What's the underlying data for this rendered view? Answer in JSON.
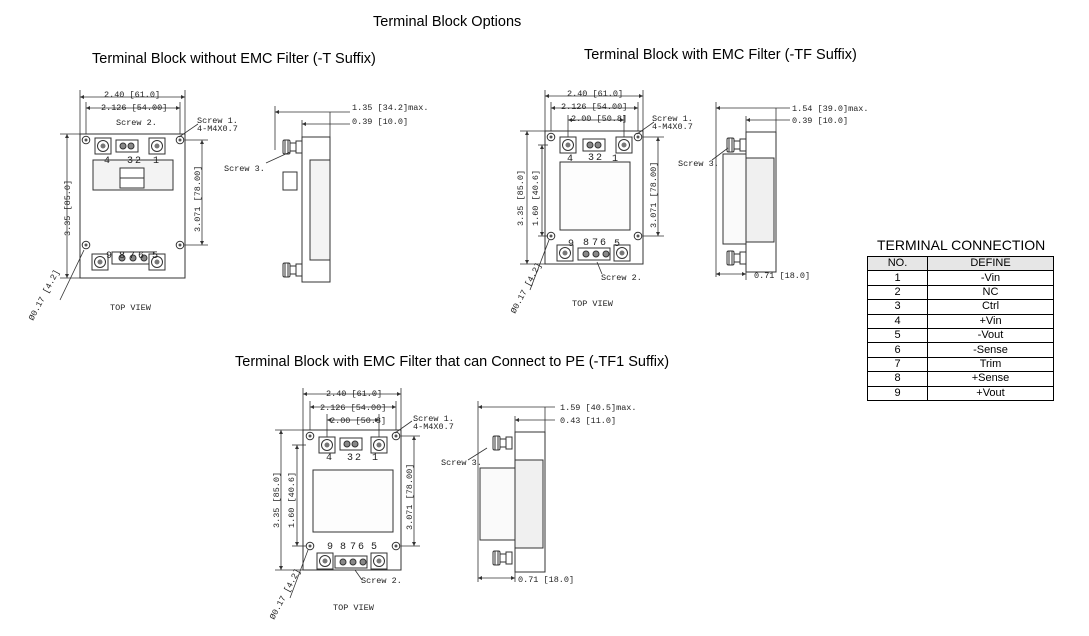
{
  "page_title": "Terminal Block Options",
  "views": [
    {
      "title": "Terminal Block without EMC Filter (-T Suffix)",
      "dim_width_total": "2.40 [61.0]",
      "dim_width_inner": "2.126 [54.00]",
      "dim_height_total": "3.35 [85.0]",
      "dim_height_inner": "3.071 [78.00]",
      "dim_side_max": "1.35 [34.2]max.",
      "dim_side_flange": "0.39 [10.0]",
      "screw1": "Screw 1.",
      "screw_thread": "4-M4X0.7",
      "screw2": "Screw 2.",
      "screw3": "Screw 3.",
      "hole": "Ø0.17 [4.2]",
      "top_view": "TOP VIEW",
      "pins_top": [
        "4",
        "3",
        "2",
        "1"
      ],
      "pins_bottom": [
        "9",
        "8",
        "7",
        "6",
        "5"
      ]
    },
    {
      "title": "Terminal Block with EMC Filter (-TF Suffix)",
      "dim_width_total": "2.40 [61.0]",
      "dim_width_inner": "2.126 [54.00]",
      "dim_pitch": "2.00 [50.8]",
      "dim_height_total": "3.35 [85.0]",
      "dim_height_mid": "1.60 [40.6]",
      "dim_height_inner": "3.071 [78.00]",
      "dim_side_max": "1.54 [39.0]max.",
      "dim_side_flange": "0.39 [10.0]",
      "dim_side_bottom": "0.71 [18.0]",
      "screw1": "Screw 1.",
      "screw_thread": "4-M4X0.7",
      "screw2": "Screw 2.",
      "screw3": "Screw 3.",
      "hole": "Ø0.17 [4.2]",
      "top_view": "TOP VIEW",
      "pins_top": [
        "4",
        "3",
        "2",
        "1"
      ],
      "pins_bottom": [
        "9",
        "8",
        "7",
        "6",
        "5"
      ]
    },
    {
      "title": "Terminal Block with EMC Filter that can Connect to PE (-TF1 Suffix)",
      "dim_width_total": "2.40 [61.0]",
      "dim_width_inner": "2.126 [54.00]",
      "dim_pitch": "2.00 [50.8]",
      "dim_height_total": "3.35 [85.0]",
      "dim_height_mid": "1.60 [40.6]",
      "dim_height_inner": "3.071 [78.00]",
      "dim_side_max": "1.59 [40.5]max.",
      "dim_side_flange": "0.43 [11.0]",
      "dim_side_bottom": "0.71 [18.0]",
      "screw1": "Screw 1.",
      "screw_thread": "4-M4X0.7",
      "screw2": "Screw 2.",
      "screw3": "Screw 3.",
      "hole": "Ø0.17 [4.2]",
      "top_view": "TOP VIEW",
      "pins_top": [
        "4",
        "3",
        "2",
        "1"
      ],
      "pins_bottom": [
        "9",
        "8",
        "7",
        "6",
        "5"
      ]
    }
  ],
  "terminal_table": {
    "title": "TERMINAL CONNECTION",
    "headers": [
      "NO.",
      "DEFINE"
    ],
    "rows": [
      [
        "1",
        "-Vin"
      ],
      [
        "2",
        "NC"
      ],
      [
        "3",
        "Ctrl"
      ],
      [
        "4",
        "+Vin"
      ],
      [
        "5",
        "-Vout"
      ],
      [
        "6",
        "-Sense"
      ],
      [
        "7",
        "Trim"
      ],
      [
        "8",
        "+Sense"
      ],
      [
        "9",
        "+Vout"
      ]
    ]
  }
}
